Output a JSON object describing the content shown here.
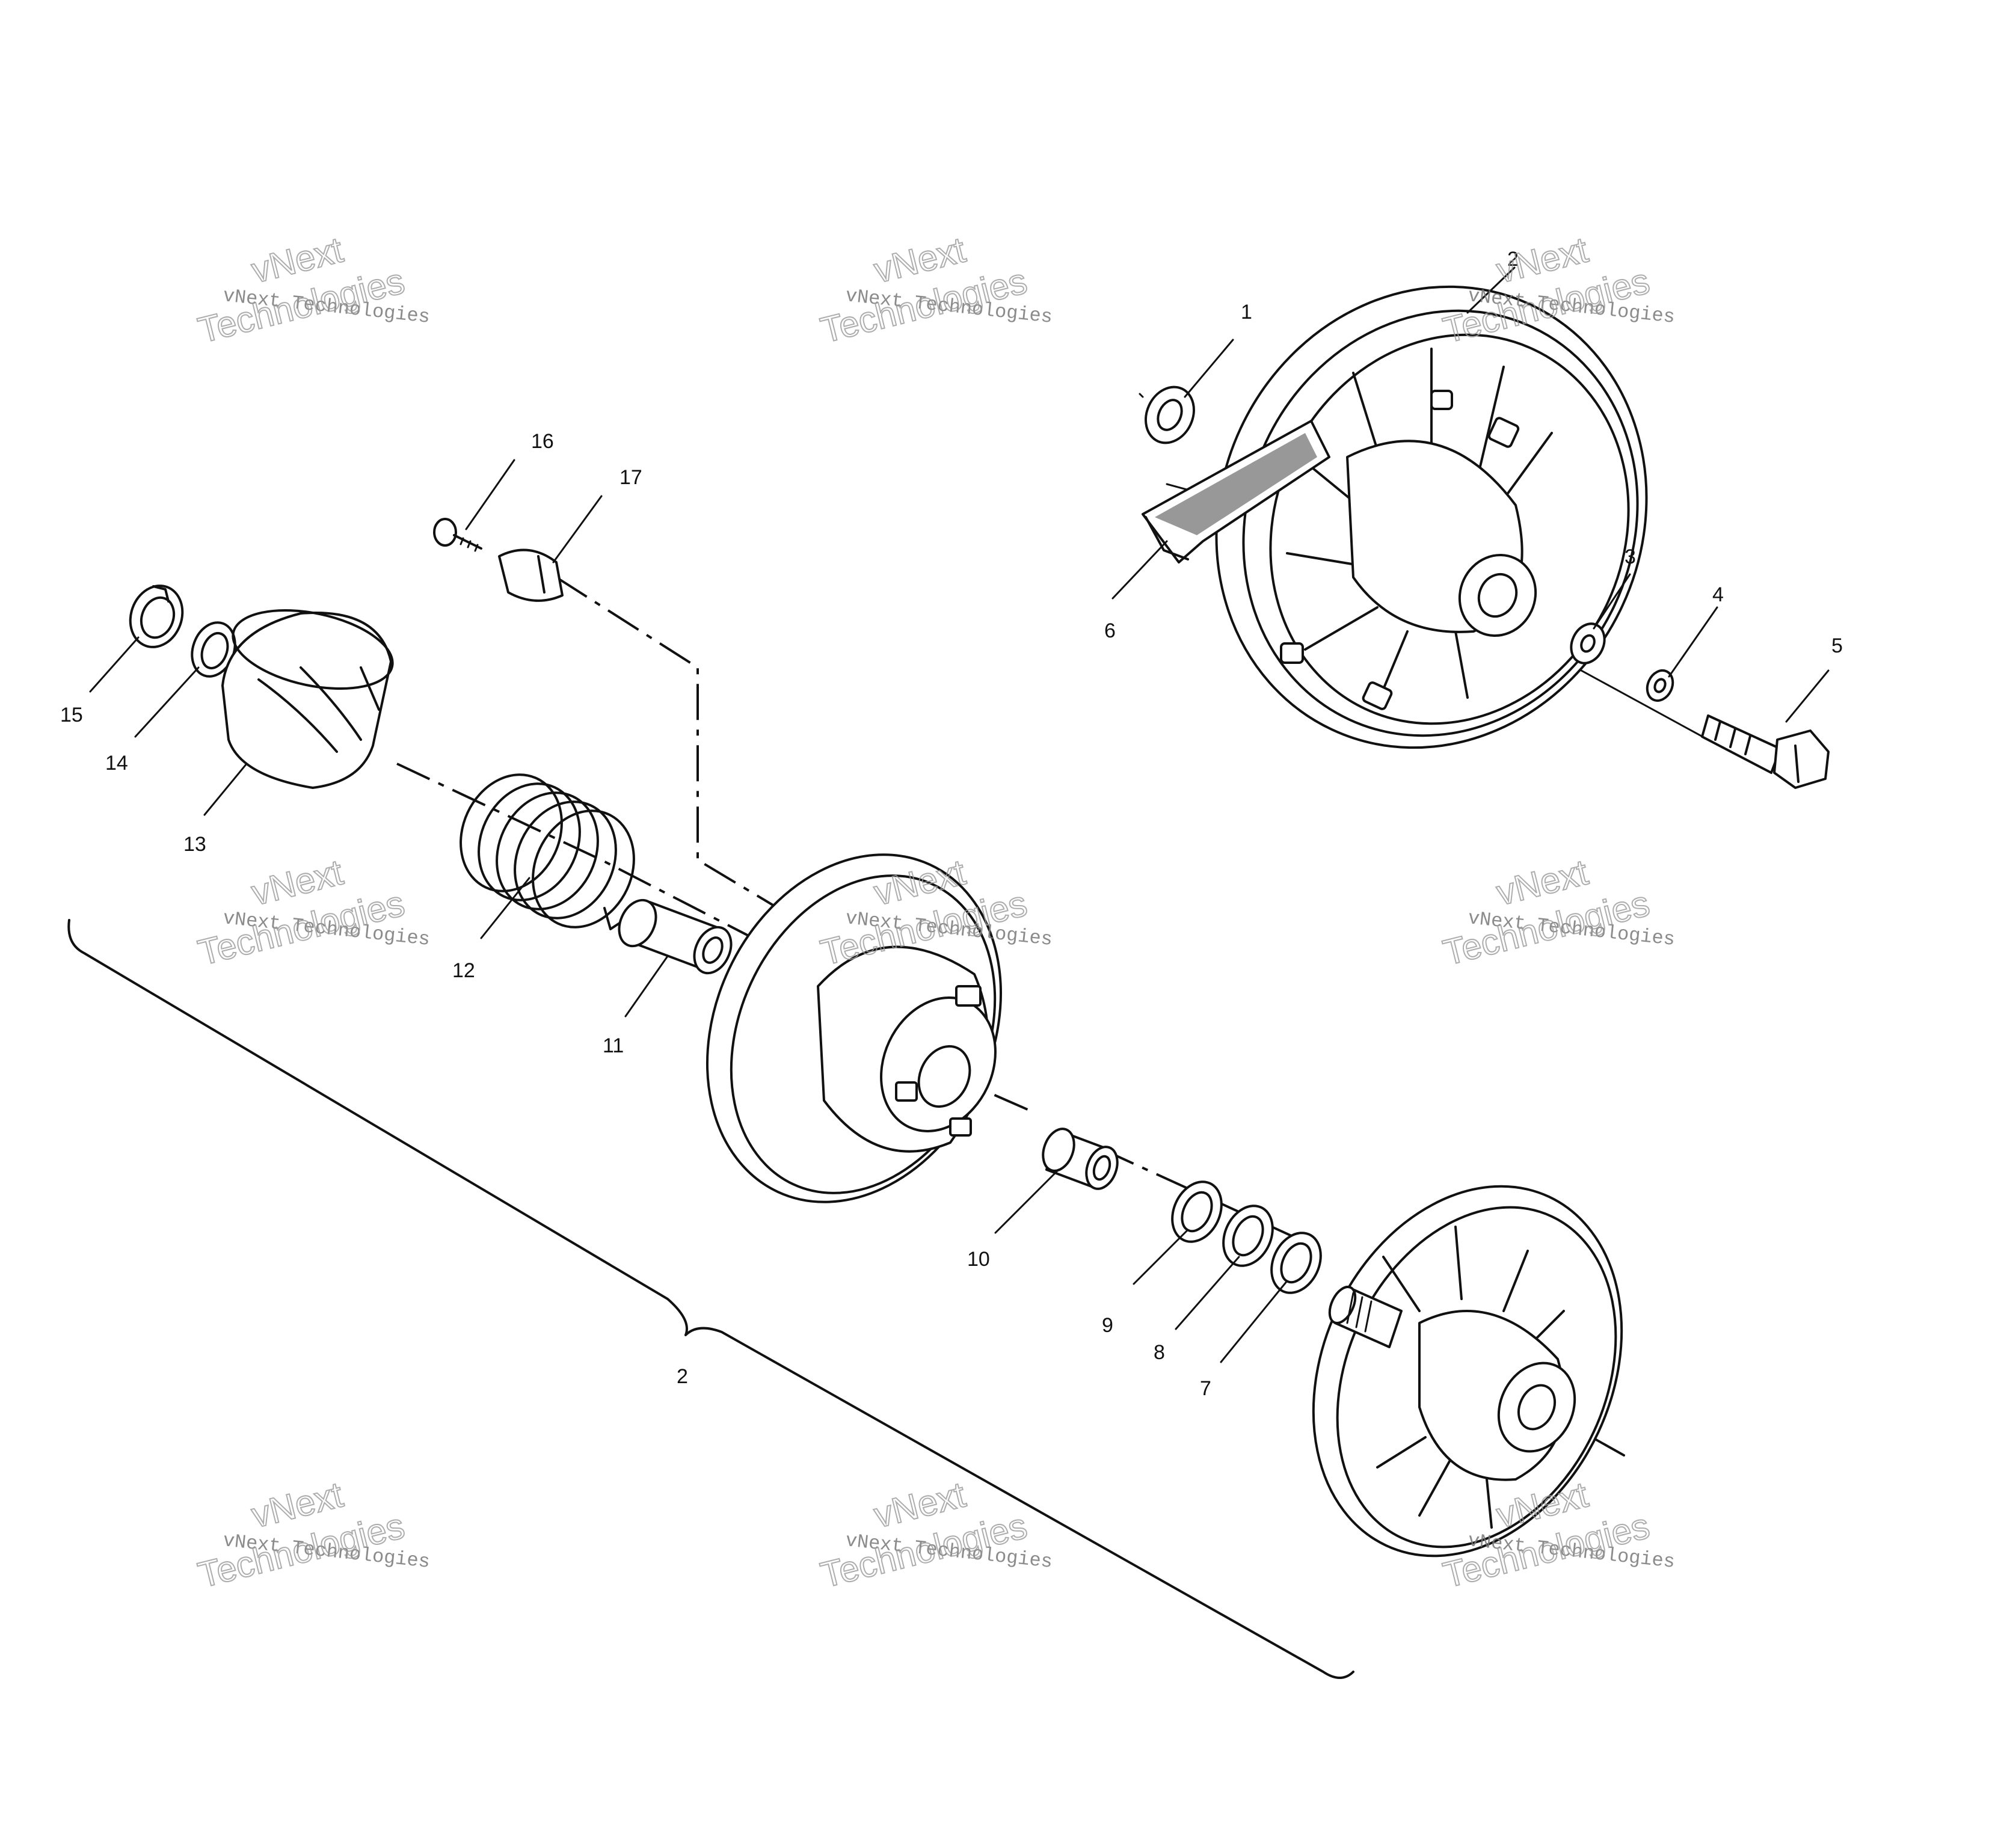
{
  "callouts": {
    "c1": "1",
    "c2_top": "2",
    "c3": "3",
    "c4": "4",
    "c5": "5",
    "c6": "6",
    "c7": "7",
    "c8": "8",
    "c9": "9",
    "c10": "10",
    "c11": "11",
    "c12": "12",
    "c13": "13",
    "c14": "14",
    "c15": "15",
    "c16": "16",
    "c17": "17",
    "c2_bracket": "2"
  },
  "watermark": {
    "line_small": "vNext Technologies",
    "line_large_1": "vNext",
    "line_large_2": "Technologies"
  }
}
